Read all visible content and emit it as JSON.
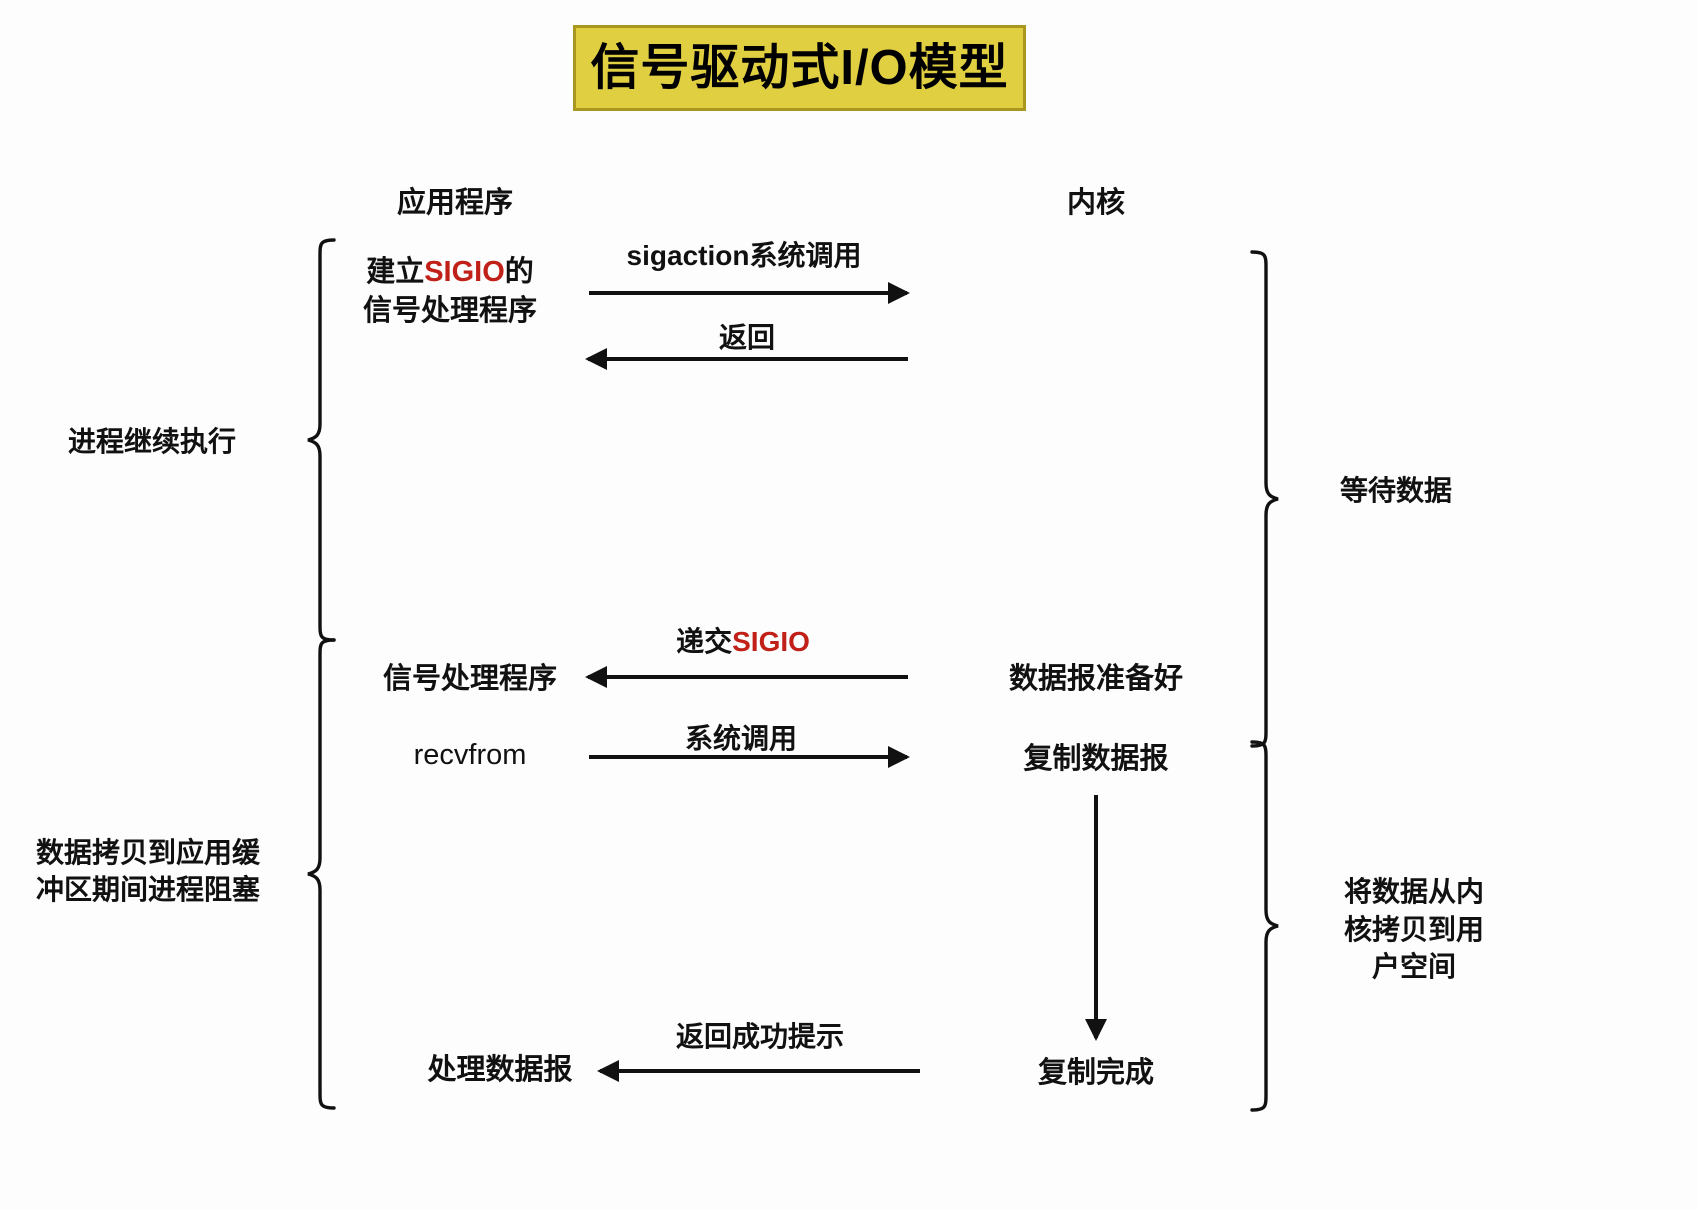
{
  "title": {
    "text": "信号驱动式I/O模型",
    "box_fill": "#e0cf41",
    "box_border": "#a8981f"
  },
  "accent": {
    "highlight_red": "#c02018",
    "line_black": "#111111"
  },
  "columns": {
    "left_header": "应用程序",
    "right_header": "内核"
  },
  "left_braces": [
    {
      "label": "进程继续执行"
    },
    {
      "label_line1": "数据拷贝到应用缓",
      "label_line2": "冲区期间进程阻塞"
    }
  ],
  "right_braces": [
    {
      "label": "等待数据"
    },
    {
      "label_line1": "将数据从内",
      "label_line2": "核拷贝到用",
      "label_line3": "户空间"
    }
  ],
  "app_nodes": [
    {
      "id": "sig-handler-setup",
      "line1_pre": "建立",
      "line1_red": "SIGIO",
      "line1_post": "的",
      "line2": "信号处理程序"
    },
    {
      "id": "signal-handler",
      "text": "信号处理程序"
    },
    {
      "id": "recvfrom",
      "text": "recvfrom"
    },
    {
      "id": "process-datagram",
      "text": "处理数据报"
    }
  ],
  "kernel_nodes": [
    {
      "id": "datagram-ready",
      "text": "数据报准备好"
    },
    {
      "id": "copy-datagram",
      "text": "复制数据报"
    },
    {
      "id": "copy-complete",
      "text": "复制完成"
    }
  ],
  "arrows": [
    {
      "id": "sigaction-call",
      "label": "sigaction系统调用",
      "direction": "right"
    },
    {
      "id": "sigaction-return",
      "label": "返回",
      "direction": "left"
    },
    {
      "id": "deliver-sigio",
      "label_pre": "递交",
      "label_red": "SIGIO",
      "direction": "left"
    },
    {
      "id": "recvfrom-syscall",
      "label": "系统调用",
      "direction": "right"
    },
    {
      "id": "kernel-copy",
      "label": "",
      "direction": "down"
    },
    {
      "id": "return-success",
      "label": "返回成功提示",
      "direction": "left"
    }
  ]
}
